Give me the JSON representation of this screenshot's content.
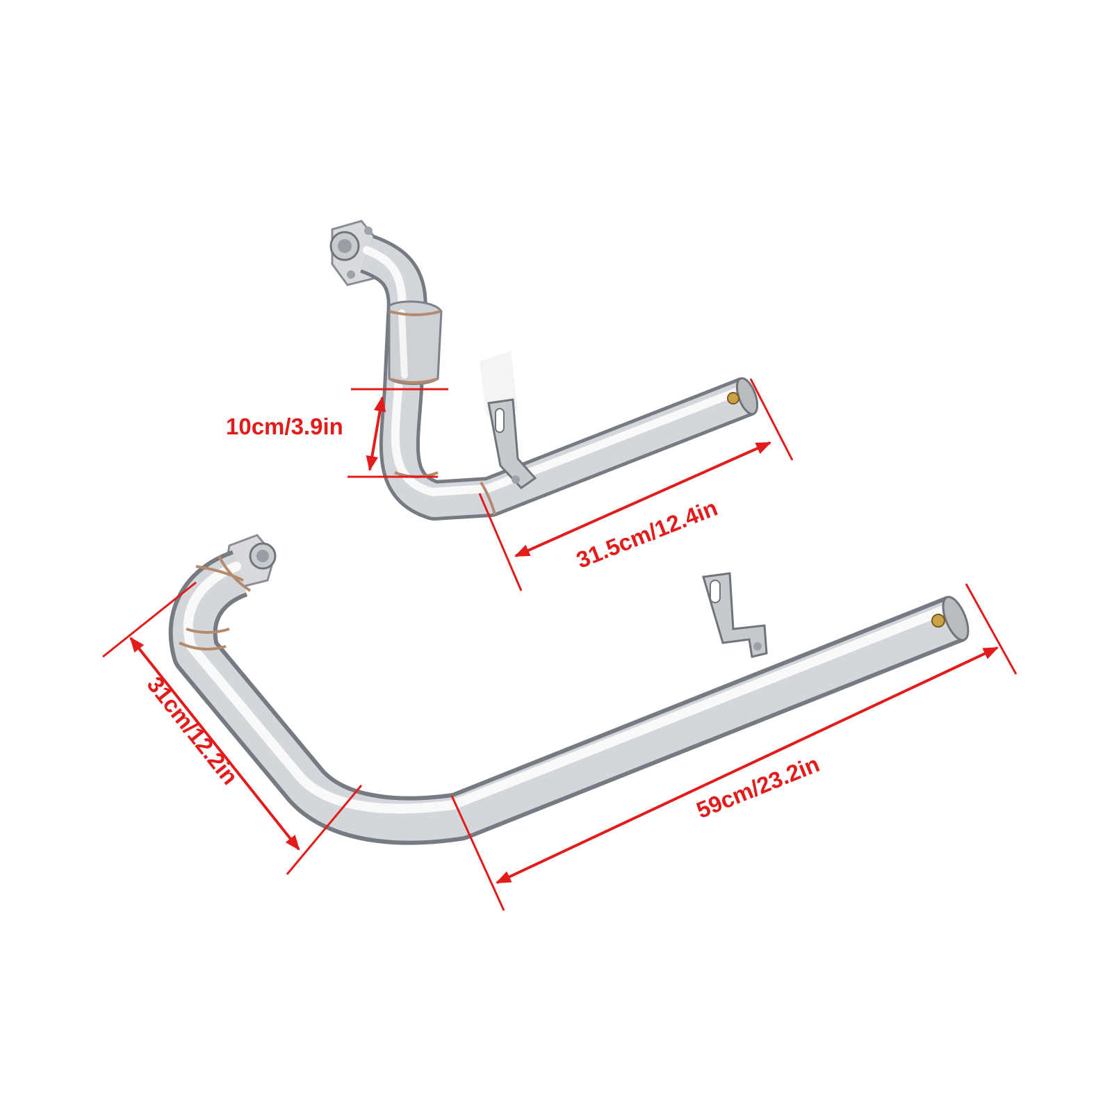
{
  "dimensions": {
    "small_height_label": "10cm/3.9in",
    "small_length_label": "31.5cm/12.4in",
    "large_height_label": "31cm/12.2in",
    "large_length_label": "59cm/23.2in"
  },
  "colors": {
    "background": "#ffffff",
    "dimension_red": "#e31b1b",
    "steel_light": "#f4f5f7",
    "steel_mid": "#c4c7cc",
    "steel_dark": "#7d8188",
    "weld_bronze": "#b38a6b"
  }
}
